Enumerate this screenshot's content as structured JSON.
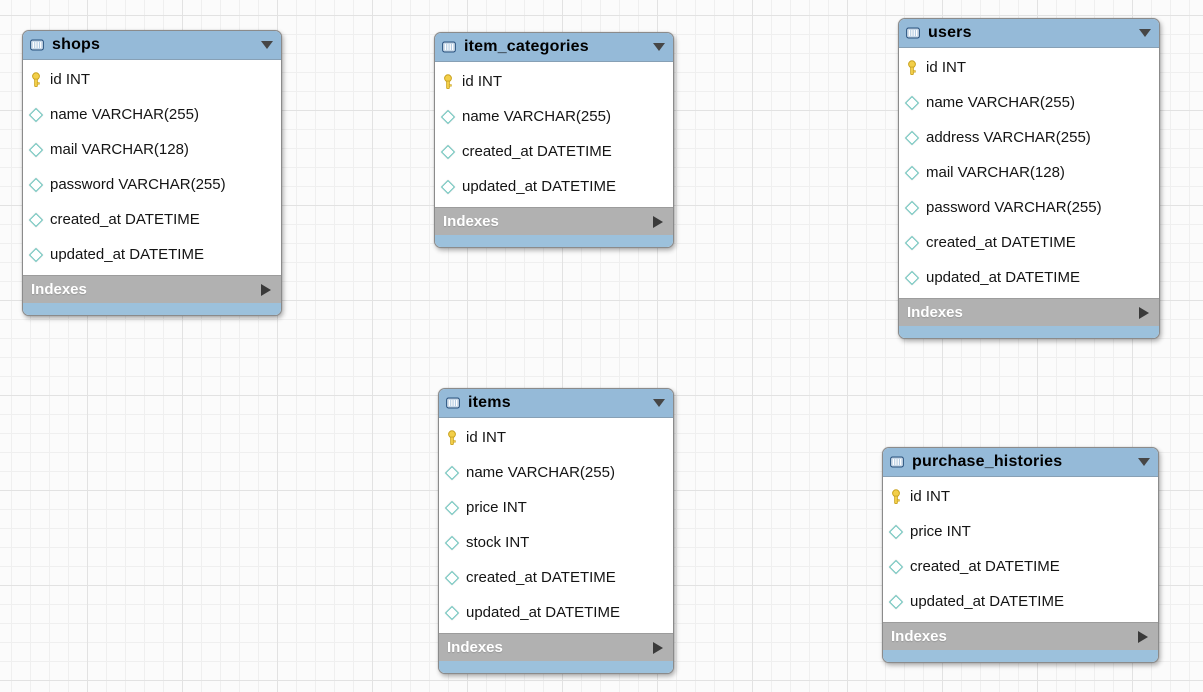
{
  "diagram": {
    "type": "eer-database-diagram",
    "background": {
      "base": "#fbfbfb",
      "grid_minor": "#efefef",
      "grid_major": "#e2e2e2"
    },
    "colors": {
      "table_header": "#95bad8",
      "table_footer_strip": "#9cc1dc",
      "indexes_bar": "#b1b1b1",
      "indexes_text": "#ffffff",
      "row_text": "#141414",
      "title_text": "#000000",
      "key_icon": "#f3cf49",
      "diamond_icon": "#6cc5bd",
      "table_icon_border": "#28517e"
    },
    "tables": [
      {
        "name": "shops",
        "title": "shops",
        "header_icon": "table-icon",
        "collapse_icon": "triangle-down",
        "columns": [
          {
            "icon": "key-icon",
            "text": "id INT"
          },
          {
            "icon": "diamond-icon",
            "text": "name VARCHAR(255)"
          },
          {
            "icon": "diamond-icon",
            "text": "mail VARCHAR(128)"
          },
          {
            "icon": "diamond-icon",
            "text": "password VARCHAR(255)"
          },
          {
            "icon": "diamond-icon",
            "text": "created_at DATETIME"
          },
          {
            "icon": "diamond-icon",
            "text": "updated_at DATETIME"
          }
        ],
        "indexes_label": "Indexes",
        "expand_icon": "triangle-right"
      },
      {
        "name": "item_categories",
        "title": "item_categories",
        "header_icon": "table-icon",
        "collapse_icon": "triangle-down",
        "columns": [
          {
            "icon": "key-icon",
            "text": "id INT"
          },
          {
            "icon": "diamond-icon",
            "text": "name VARCHAR(255)"
          },
          {
            "icon": "diamond-icon",
            "text": "created_at DATETIME"
          },
          {
            "icon": "diamond-icon",
            "text": "updated_at DATETIME"
          }
        ],
        "indexes_label": "Indexes",
        "expand_icon": "triangle-right"
      },
      {
        "name": "users",
        "title": "users",
        "header_icon": "table-icon",
        "collapse_icon": "triangle-down",
        "columns": [
          {
            "icon": "key-icon",
            "text": "id INT"
          },
          {
            "icon": "diamond-icon",
            "text": "name VARCHAR(255)"
          },
          {
            "icon": "diamond-icon",
            "text": "address VARCHAR(255)"
          },
          {
            "icon": "diamond-icon",
            "text": "mail VARCHAR(128)"
          },
          {
            "icon": "diamond-icon",
            "text": "password VARCHAR(255)"
          },
          {
            "icon": "diamond-icon",
            "text": "created_at DATETIME"
          },
          {
            "icon": "diamond-icon",
            "text": "updated_at DATETIME"
          }
        ],
        "indexes_label": "Indexes",
        "expand_icon": "triangle-right"
      },
      {
        "name": "items",
        "title": "items",
        "header_icon": "table-icon",
        "collapse_icon": "triangle-down",
        "columns": [
          {
            "icon": "key-icon",
            "text": "id INT"
          },
          {
            "icon": "diamond-icon",
            "text": "name VARCHAR(255)"
          },
          {
            "icon": "diamond-icon",
            "text": "price INT"
          },
          {
            "icon": "diamond-icon",
            "text": "stock INT"
          },
          {
            "icon": "diamond-icon",
            "text": "created_at DATETIME"
          },
          {
            "icon": "diamond-icon",
            "text": "updated_at DATETIME"
          }
        ],
        "indexes_label": "Indexes",
        "expand_icon": "triangle-right"
      },
      {
        "name": "purchase_histories",
        "title": "purchase_histories",
        "header_icon": "table-icon",
        "collapse_icon": "triangle-down",
        "columns": [
          {
            "icon": "key-icon",
            "text": "id INT"
          },
          {
            "icon": "diamond-icon",
            "text": "price INT"
          },
          {
            "icon": "diamond-icon",
            "text": "created_at DATETIME"
          },
          {
            "icon": "diamond-icon",
            "text": "updated_at DATETIME"
          }
        ],
        "indexes_label": "Indexes",
        "expand_icon": "triangle-right"
      }
    ]
  }
}
